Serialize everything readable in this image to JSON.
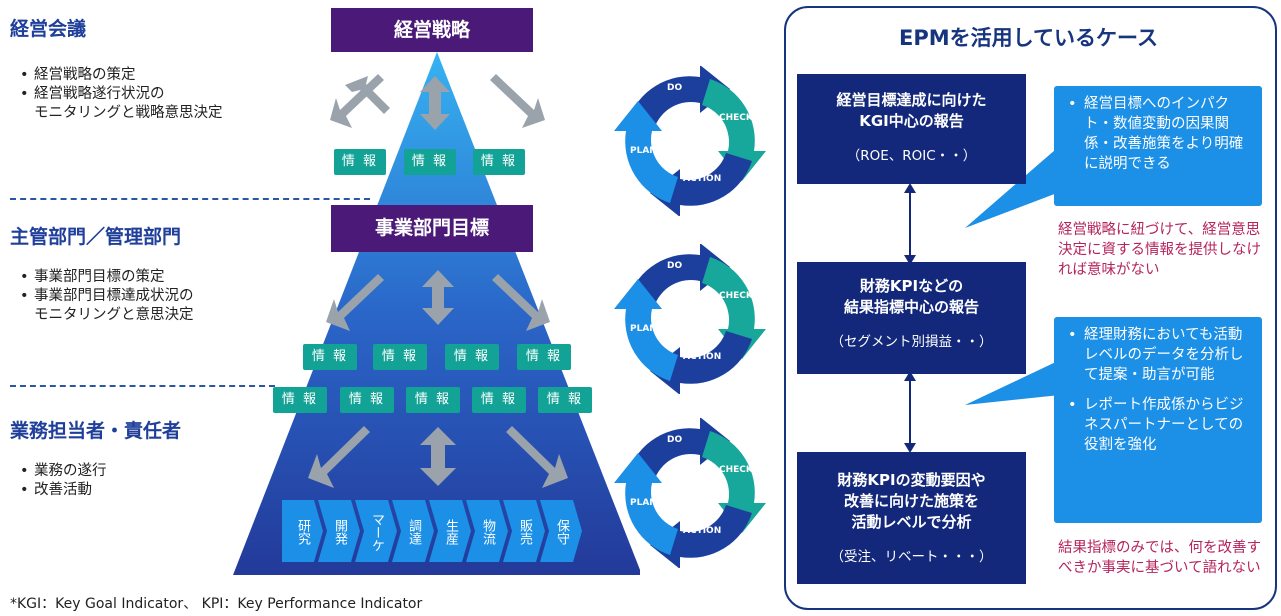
{
  "left": {
    "sections": [
      {
        "title": "経営会議",
        "bullets": [
          "経営戦略の策定",
          "経営戦略遂行状況の\nモニタリングと戦略意思決定"
        ]
      },
      {
        "title": "主管部門／管理部門",
        "bullets": [
          "事業部門目標の策定",
          "事業部門目標達成状況の\nモニタリングと意思決定"
        ]
      },
      {
        "title": "業務担当者・責任者",
        "bullets": [
          "業務の遂行",
          "改善活動"
        ]
      }
    ]
  },
  "pyramid": {
    "top_label": "経営戦略",
    "mid_label": "事業部門目標",
    "info_label": "情 報",
    "processes": [
      "研究",
      "開発",
      "マーケ",
      "調達",
      "生産",
      "物流",
      "販売",
      "保守"
    ]
  },
  "cycle": {
    "do": "DO",
    "check": "CHECK",
    "action": "ACTION",
    "plan": "PLAN"
  },
  "panel": {
    "title": "EPMを活用しているケース",
    "boxes": [
      {
        "heading": "経営目標達成に向けた\nKGI中心の報告",
        "sub": "（ROE、ROIC・・）"
      },
      {
        "heading": "財務KPIなどの\n結果指標中心の報告",
        "sub": "（セグメント別損益・・）"
      },
      {
        "heading": "財務KPIの変動要因や\n改善に向けた施策を\n活動レベルで分析",
        "sub": "（受注、リベート・・・）"
      }
    ],
    "callouts": [
      {
        "items": [
          "経営目標へのインパクト・数値変動の因果関係・改善施策をより明確に説明できる"
        ]
      },
      {
        "items": [
          "経理財務においても活動レベルのデータを分析して提案・助言が可能",
          "レポート作成係からビジネスパートナーとしての役割を強化"
        ]
      }
    ],
    "notes": [
      "経営戦略に紐づけて、経営意思決定に資する情報を提供しなければ意味がない",
      "結果指標のみでは、何を改善すべきか事実に基づいて語れない"
    ]
  },
  "footnote": "*KGI：Key Goal Indicator、 KPI：Key Performance Indicator",
  "colors": {
    "navy": "#13287a",
    "purple": "#4b1a78",
    "teal": "#12a396",
    "blue": "#1c8fe6",
    "magenta": "#b5245c",
    "pyramid_dark": "#233a9a",
    "pyramid_light": "#2ea8ef"
  }
}
